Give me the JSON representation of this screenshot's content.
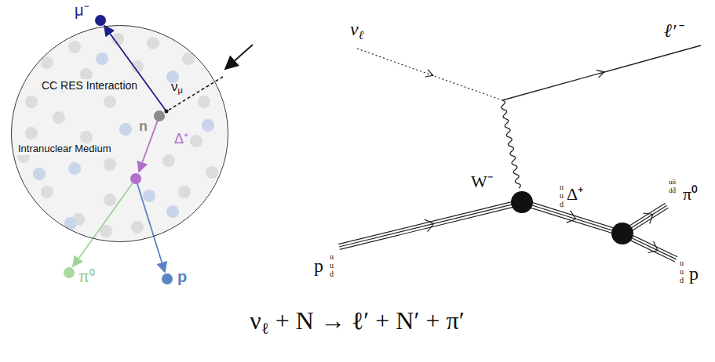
{
  "diagram": {
    "nodes": [
      {
        "text": [
          "CC RES Interaction",
          "Intranuclear Medium"
        ]
      }
    ],
    "labels": [
      "μ⁻",
      "νμ",
      "n",
      "Δ⁺",
      "π⁰",
      "p",
      "νℓ",
      "ℓ′⁻",
      "W⁻",
      "p",
      "u",
      "u",
      "d",
      "u",
      "u",
      "d",
      "Δ⁺",
      "uū",
      "dd̄",
      "π⁰",
      "u",
      "u",
      "d",
      "p",
      "νℓ + N → ℓ′ + N′ + π′"
    ]
  }
}
